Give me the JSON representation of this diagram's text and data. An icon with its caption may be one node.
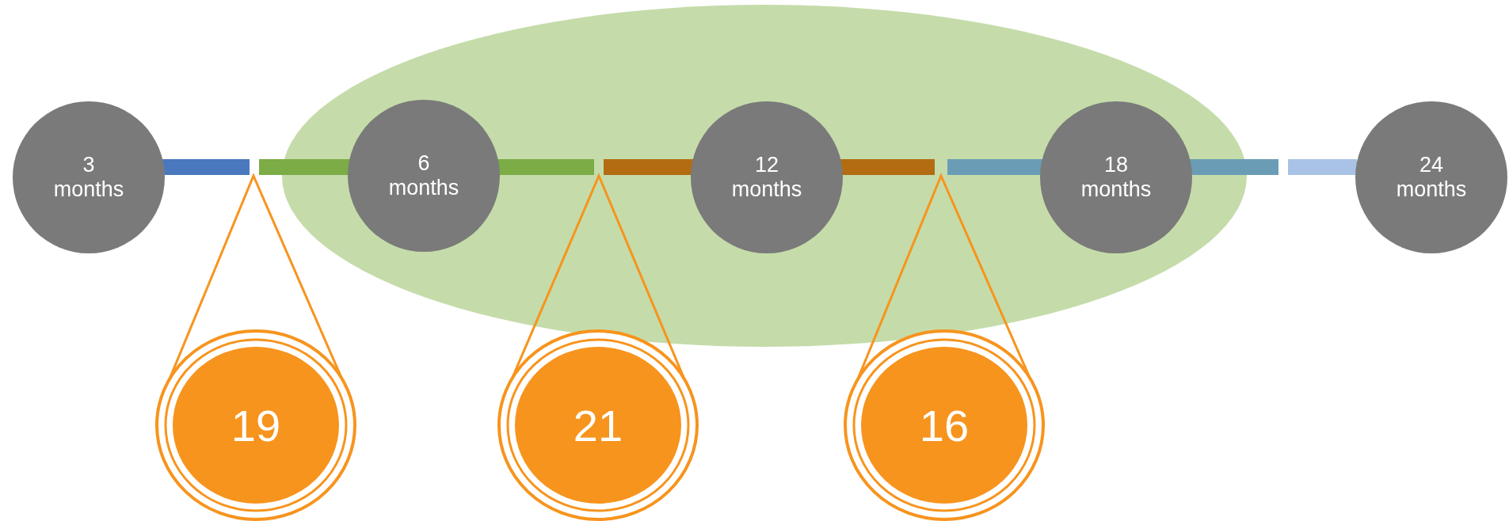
{
  "diagram": {
    "nodes": [
      {
        "text": [
          "3 months"
        ]
      },
      {
        "text": [],
        "shape": "ellipse"
      },
      {
        "text": [
          "6 months"
        ],
        "in": 1
      },
      {
        "text": [
          "12 months"
        ],
        "in": 1
      },
      {
        "text": [
          "18 months"
        ],
        "in": 1
      },
      {
        "text": [
          "24 months"
        ]
      },
      {
        "text": [
          "19"
        ]
      },
      {
        "text": [
          "21"
        ]
      },
      {
        "text": [
          "16"
        ]
      }
    ],
    "edges": [
      {
        "from": 6,
        "to": null,
        "arrow": "none"
      },
      {
        "from": 7,
        "to": null,
        "arrow": "none"
      },
      {
        "from": 8,
        "to": null,
        "arrow": "none"
      }
    ]
  }
}
